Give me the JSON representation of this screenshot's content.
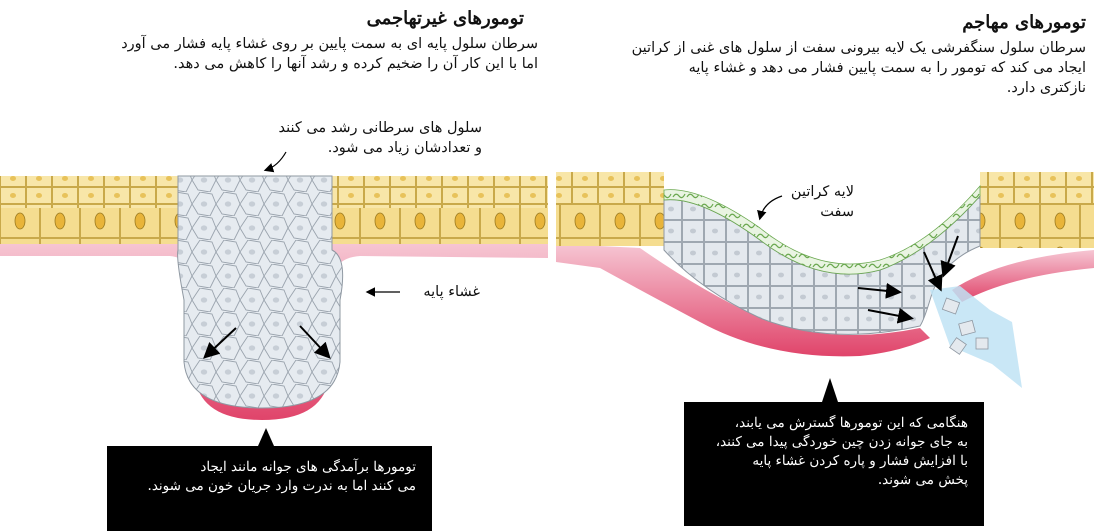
{
  "left": {
    "title": "تومورهای غیرتهاجمی",
    "description": "سرطان سلول پایه ای به سمت پایین بر روی غشاء پایه فشار می آورد\nاما با این کار آن را ضخیم کرده و رشد آنها را کاهش می دهد.",
    "cell_label": "سلول های سرطانی رشد می کنند\nو تعدادشان زیاد می شود.",
    "membrane_label": "غشاء پایه",
    "callout": "تومورها برآمدگی های جوانه مانند ایجاد\nمی کنند اما به ندرت وارد جریان خون می شوند."
  },
  "right": {
    "title": "تومورهای مهاجم",
    "description": "سرطان سلول سنگفرشی یک لایه بیرونی سفت از سلول های غنی از کراتین\nایجاد می کند که تومور را به سمت پایین فشار می دهد و غشاء پایه\nنازکتری دارد.",
    "keratin_label": "لایه کراتین\nسفت",
    "callout": "هنگامی که این تومورها گسترش می یابند،\nبه جای جوانه زدن چین خوردگی پیدا می کنند،\nبا افزایش فشار و پاره کردن غشاء پایه\nپخش می شوند."
  },
  "colors": {
    "epithelium": "#f3d98a",
    "cell_border": "#c9a94a",
    "tumor": "#dde3ea",
    "membrane": "#e0446a",
    "keratin": "#7cc36a",
    "callout_bg": "#000000",
    "burst": "#bfe3f5"
  }
}
